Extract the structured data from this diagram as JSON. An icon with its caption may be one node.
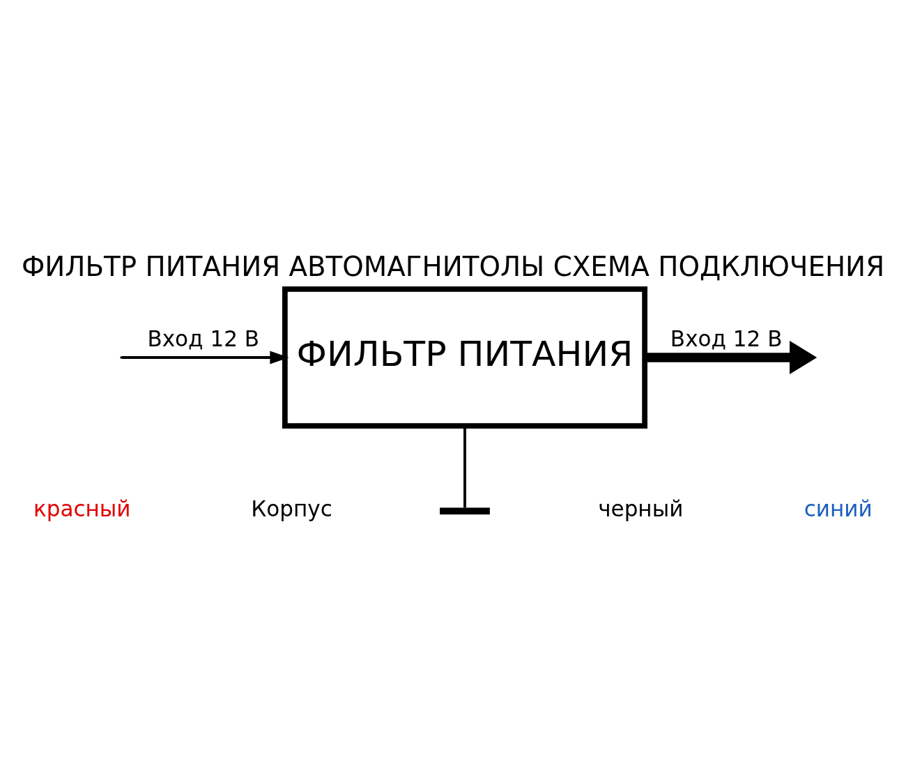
{
  "diagram": {
    "title": "ФИЛЬТР ПИТАНИЯ АВТОМАГНИТОЛЫ СХЕМА ПОДКЛЮЧЕНИЯ",
    "nodes": [
      {
        "text": [
          "ФИЛЬТР ПИТАНИЯ"
        ]
      },
      {
        "text": [],
        "shape": "bar"
      }
    ],
    "edges": [
      {
        "from": null,
        "to": 0,
        "arrow": "to",
        "label": "Вход 12 В"
      },
      {
        "from": 0,
        "to": null,
        "arrow": "to",
        "label": "Вход 12 В",
        "style": "thick"
      },
      {
        "from": 0,
        "to": 1,
        "arrow": "none"
      }
    ],
    "labels": [
      "красный",
      "синий",
      "Корпус",
      "черный"
    ]
  }
}
